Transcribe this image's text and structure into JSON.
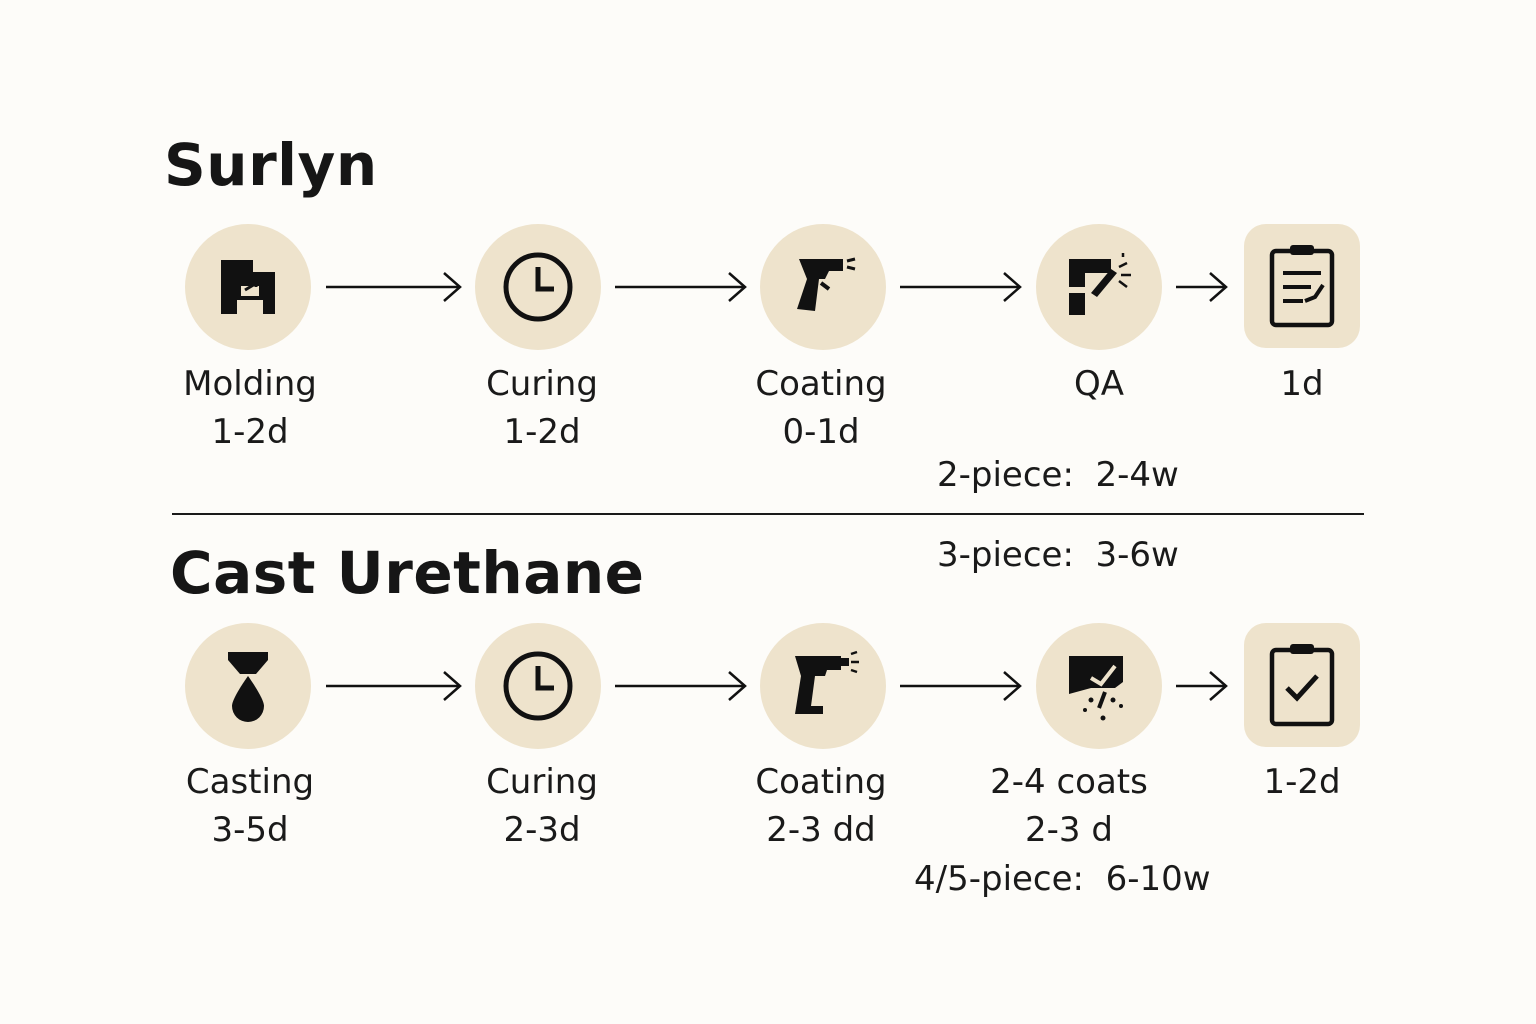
{
  "surlyn": {
    "title": "Surlyn",
    "steps": [
      {
        "name": "Molding",
        "time": "1-2d",
        "icon": "mold-icon"
      },
      {
        "name": "Curing",
        "time": "1-2d",
        "icon": "clock-icon"
      },
      {
        "name": "Coating",
        "time": "0-1d",
        "icon": "spray-gun-icon"
      },
      {
        "name": "QA",
        "time": "",
        "icon": "inspection-icon"
      },
      {
        "name": "1d",
        "time": "",
        "icon": "clipboard-icon"
      }
    ],
    "notes": [
      "2-piece:  2-4w",
      "3-piece:  3-6w"
    ]
  },
  "urethane": {
    "title": "Cast Urethane",
    "steps": [
      {
        "name": "Casting",
        "time": "3-5d",
        "icon": "pour-drop-icon"
      },
      {
        "name": "Curing",
        "time": "2-3d",
        "icon": "clock-icon"
      },
      {
        "name": "Coating",
        "time": "2-3 dd",
        "icon": "spray-gun-icon"
      },
      {
        "name": "2-4 coats",
        "time": "2-3 d",
        "icon": "paint-coat-icon"
      },
      {
        "name": "1-2d",
        "time": "",
        "icon": "clipboard-check-icon"
      }
    ],
    "notes": [
      "4/5-piece:  6-10w"
    ]
  },
  "colors": {
    "icon_bg": "#eee3cc",
    "ink": "#111111",
    "background": "#fdfcf9"
  }
}
